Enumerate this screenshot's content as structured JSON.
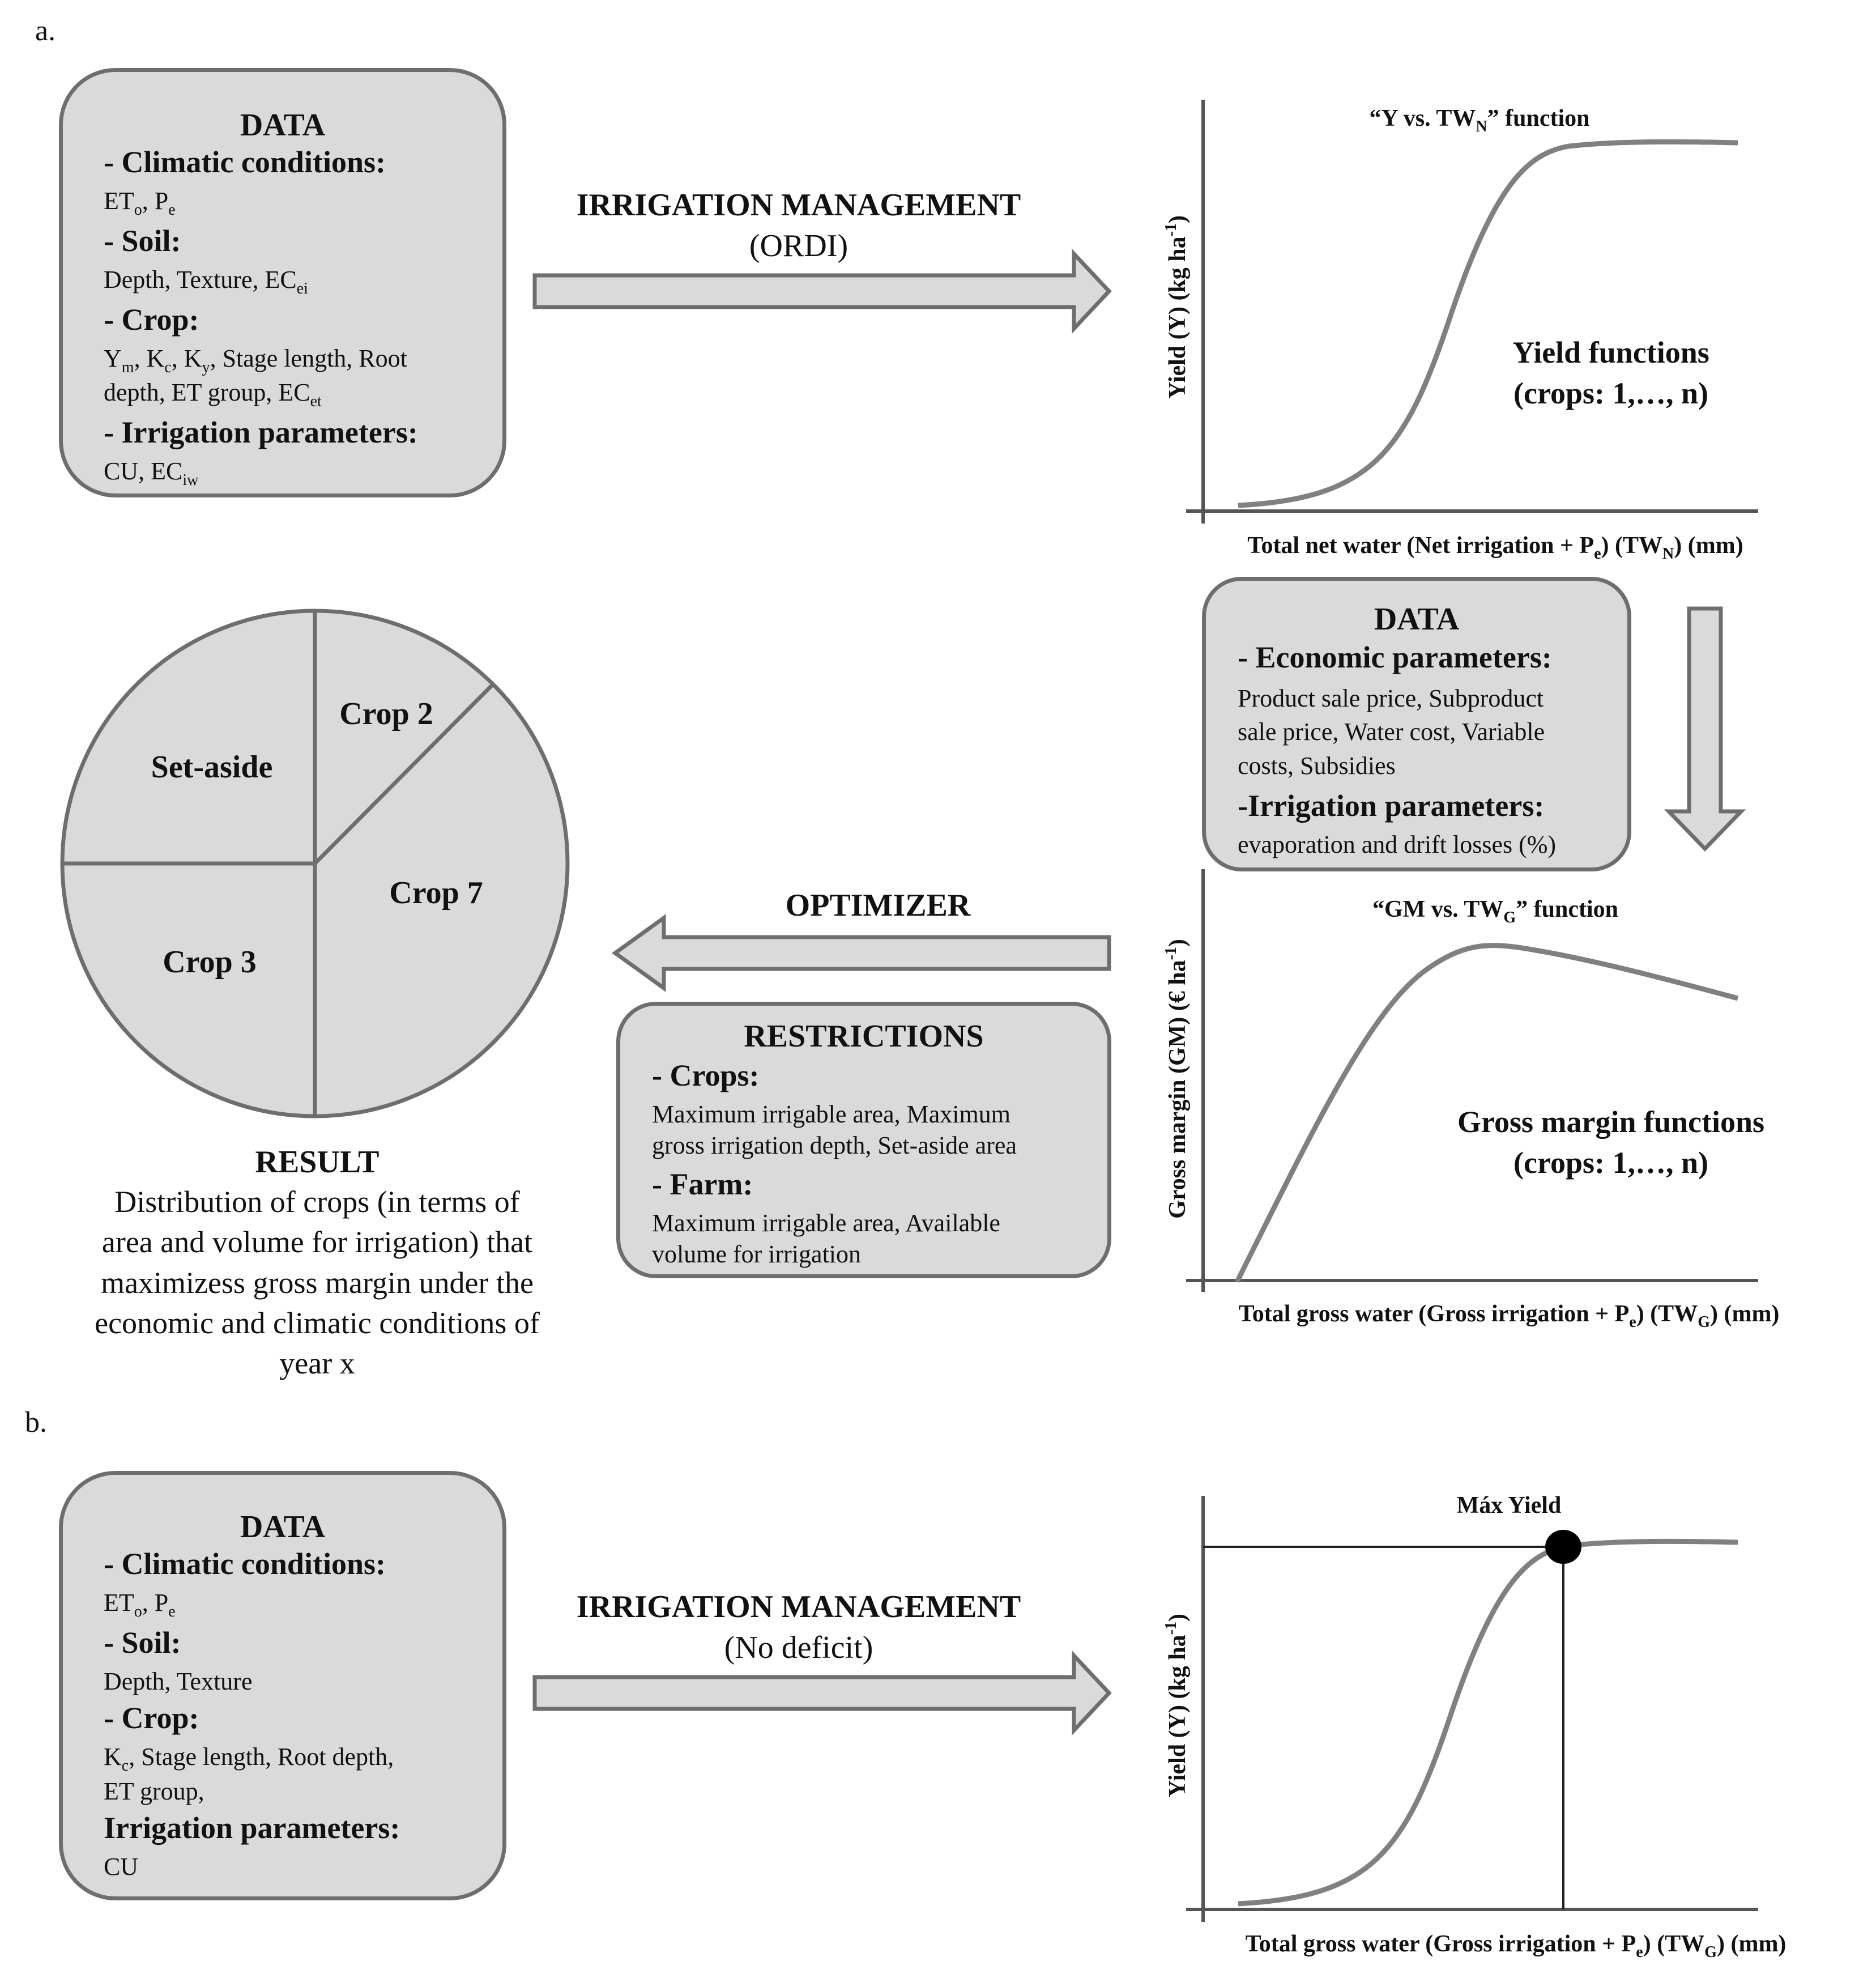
{
  "panel_a_label": "a.",
  "panel_b_label": "b.",
  "a_data_box": {
    "title": "DATA",
    "climatic_head": "- Climatic conditions:",
    "climatic_text": "ET",
    "climatic_sub1": "o",
    "climatic_text2": ", P",
    "climatic_sub2": "e",
    "soil_head": "- Soil:",
    "soil_text": "Depth, Texture, EC",
    "soil_sub": "ei",
    "crop_head": "- Crop:",
    "crop_t1": "Y",
    "crop_s1": "m",
    "crop_t2": ", K",
    "crop_s2": "c",
    "crop_t3": ", K",
    "crop_s3": "y",
    "crop_t4": ", Stage length, Root",
    "crop_line2": "depth, ET group, EC",
    "crop_s5": "et",
    "irr_head": "- Irrigation parameters:",
    "irr_text": "CU, EC",
    "irr_sub": "iw"
  },
  "a_arrow1": {
    "title": "IRRIGATION MANAGEMENT",
    "subtitle": "(ORDI)"
  },
  "a_chart1": {
    "title_pre": "“Y vs. TW",
    "title_sub": "N",
    "title_post": "” function",
    "ylabel": "Yield (Y) (kg ha",
    "ylabel_sup": "-1",
    "ylabel_end": ")",
    "xlabel_pre": "Total net water (Net irrigation + P",
    "xlabel_sub1": "e",
    "xlabel_mid": ") (TW",
    "xlabel_sub2": "N",
    "xlabel_post": ") (mm)",
    "annotation_1": "Yield functions",
    "annotation_2": "(crops: 1,…, n)"
  },
  "a_econ_box": {
    "title": "DATA",
    "econ_head": "- Economic parameters:",
    "econ_l1": "Product sale price, Subproduct",
    "econ_l2": "sale price, Water cost, Variable",
    "econ_l3": "costs, Subsidies",
    "irr_head": "-Irrigation parameters:",
    "irr_l1": "evaporation and drift losses (%)"
  },
  "a_pie": {
    "slices": [
      "Set-aside",
      "Crop 2",
      "Crop 7",
      "Crop 3"
    ],
    "fill": "#dadada",
    "stroke": "#6e6e6e"
  },
  "a_result": {
    "title": "RESULT",
    "l1": "Distribution of crops (in terms of",
    "l2": "area and volume for irrigation) that",
    "l3": "maximizess gross margin under the",
    "l4": "economic and climatic conditions of",
    "l5": "year x"
  },
  "a_optimizer": {
    "title": "OPTIMIZER"
  },
  "a_restrictions": {
    "title": "RESTRICTIONS",
    "crops_head": "- Crops:",
    "crops_l1": "Maximum irrigable area, Maximum",
    "crops_l2": "gross irrigation depth, Set-aside area",
    "farm_head": "- Farm:",
    "farm_l1": "Maximum irrigable area, Available",
    "farm_l2": "volume for irrigation"
  },
  "a_chart2": {
    "title_pre": "“GM vs. TW",
    "title_sub": "G",
    "title_post": "” function",
    "ylabel": "Gross margin (GM) (€ ha",
    "ylabel_sup": "-1",
    "ylabel_end": ")",
    "xlabel_pre": "Total gross water (Gross irrigation + P",
    "xlabel_sub1": "e",
    "xlabel_mid": ") (TW",
    "xlabel_sub2": "G",
    "xlabel_post": ") (mm)",
    "annotation_1": "Gross margin functions",
    "annotation_2": "(crops: 1,…, n)"
  },
  "b_data_box": {
    "title": "DATA",
    "climatic_head": "- Climatic conditions:",
    "climatic_text": "ET",
    "climatic_sub1": "o",
    "climatic_text2": ", P",
    "climatic_sub2": "e",
    "soil_head": "- Soil:",
    "soil_text": "Depth, Texture",
    "crop_head": "- Crop:",
    "crop_t1": "K",
    "crop_s1": "c",
    "crop_t2": ", Stage length, Root depth,",
    "crop_line2": "ET group,",
    "irr_head": "Irrigation parameters:",
    "irr_text": "CU"
  },
  "b_arrow": {
    "title": "IRRIGATION MANAGEMENT",
    "subtitle": "(No deficit)"
  },
  "b_chart": {
    "point_label": "Máx Yield",
    "ylabel": "Yield (Y) (kg ha",
    "ylabel_sup": "-1",
    "ylabel_end": ")",
    "xlabel_pre": "Total gross water (Gross irrigation + P",
    "xlabel_sub1": "e",
    "xlabel_mid": ") (TW",
    "xlabel_sub2": "G",
    "xlabel_post": ") (mm)"
  },
  "colors": {
    "box_fill": "#dadada",
    "box_border": "#6e6e6e",
    "curve": "#808080",
    "axis": "#555555"
  }
}
